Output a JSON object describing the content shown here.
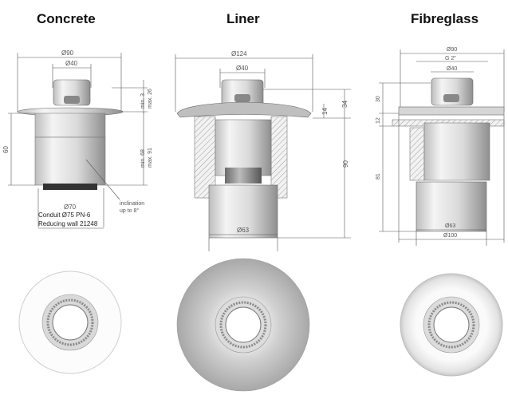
{
  "columns": [
    {
      "title": "Concrete",
      "dims": {
        "d_top": "Ø90",
        "d_inner": "Ø40",
        "min_top": "min. 3",
        "max_top": "max. 26",
        "h_left": "60",
        "min_side": "min. 68",
        "max_side": "max. 91",
        "d_bottom": "Ø70"
      },
      "notes": {
        "conduit": "Conduit Ø75 PN-6",
        "reducing": "Reducing wall 21248",
        "inclination_1": "inclination",
        "inclination_2": "up to 8°"
      }
    },
    {
      "title": "Liner",
      "dims": {
        "d_top": "Ø124",
        "d_inner": "Ø40",
        "h_top": "34",
        "h_small": "14",
        "h_body": "90",
        "d_bottom": "Ø63"
      }
    },
    {
      "title": "Fibreglass",
      "dims": {
        "d_top": "Ø90",
        "thread": "G 2\"",
        "d_inner": "Ø40",
        "h_top": "30",
        "h_flange": "12",
        "h_body": "81",
        "d_bottom1": "Ø63",
        "d_bottom2": "Ø100"
      }
    }
  ],
  "colors": {
    "line": "#555555",
    "body_fill": "#e6e6e6",
    "liner_disc": "#b9b9b9"
  }
}
